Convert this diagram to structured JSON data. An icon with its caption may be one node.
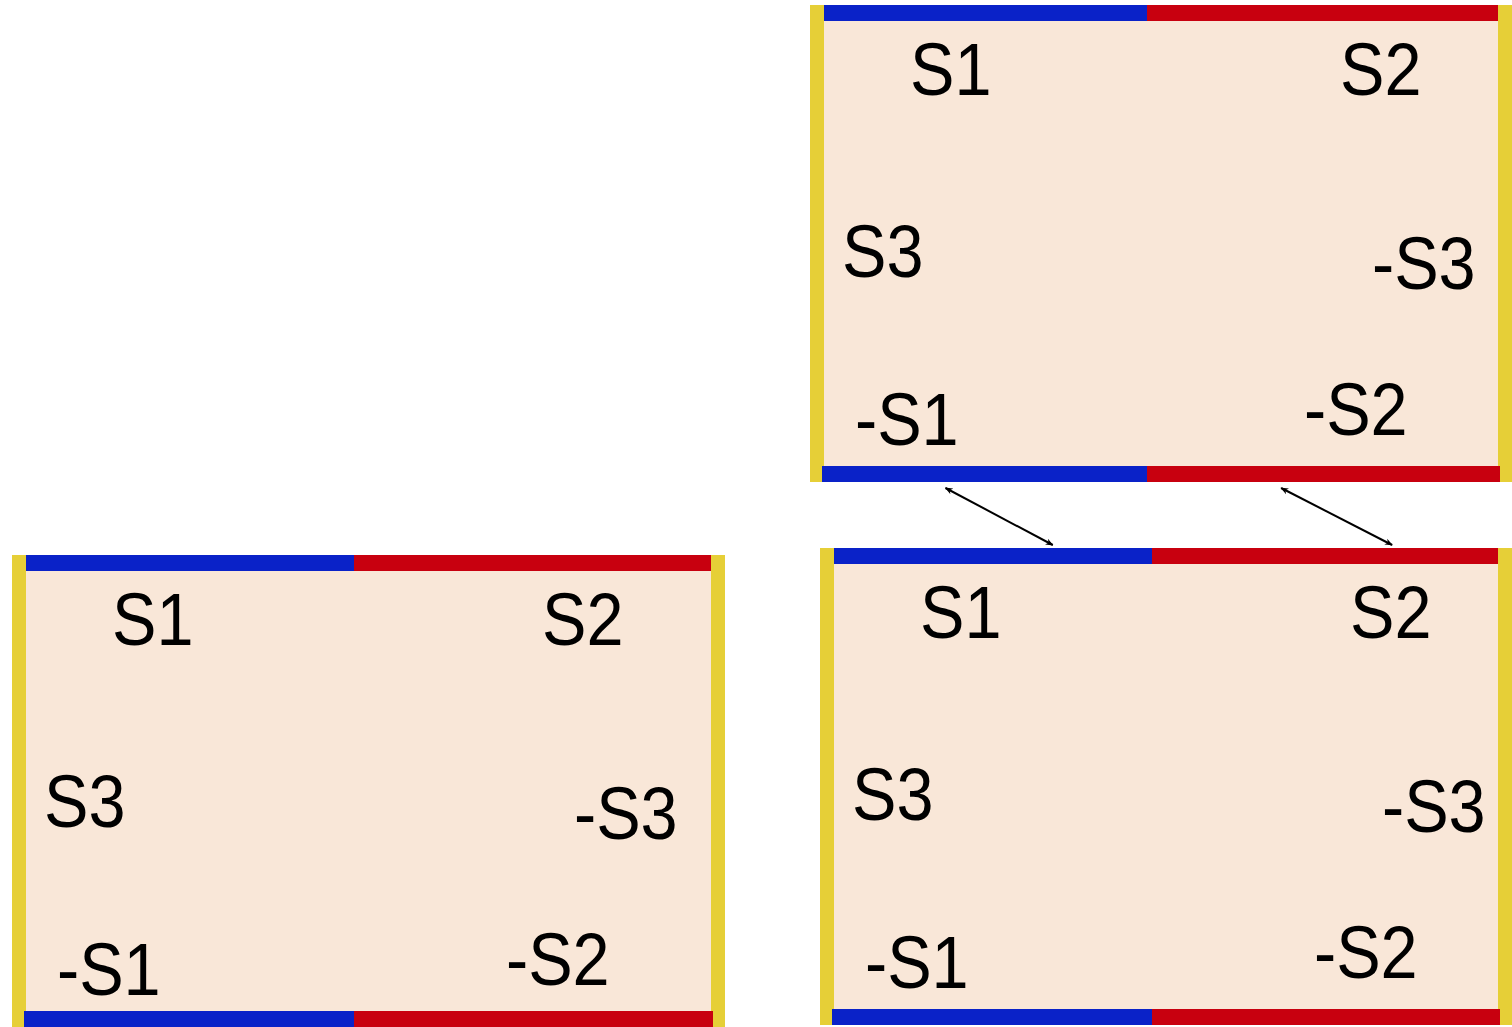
{
  "diagram": {
    "nodes": [
      {
        "text": [
          "S1",
          "S2",
          "S3",
          "-S3",
          "-S1",
          "-S2"
        ]
      },
      {
        "text": [],
        "shape": "bar",
        "in": 0
      },
      {
        "text": [],
        "shape": "bar",
        "in": 0
      },
      {
        "text": [],
        "shape": "bar",
        "in": 0
      },
      {
        "text": [],
        "shape": "bar",
        "in": 0
      },
      {
        "text": [],
        "shape": "bar",
        "in": 0
      },
      {
        "text": [],
        "shape": "bar",
        "in": 0
      },
      {
        "text": [
          "S1",
          "S2",
          "S3",
          "-S3",
          "-S1",
          "-S2"
        ]
      },
      {
        "text": [],
        "shape": "bar",
        "in": 7
      },
      {
        "text": [],
        "shape": "bar",
        "in": 7
      },
      {
        "text": [],
        "shape": "bar",
        "in": 7
      },
      {
        "text": [],
        "shape": "bar",
        "in": 7
      },
      {
        "text": [],
        "shape": "bar",
        "in": 7
      },
      {
        "text": [],
        "shape": "bar",
        "in": 7
      },
      {
        "text": [
          "S1",
          "S2",
          "S3",
          "-S3",
          "-S1",
          "-S2"
        ]
      },
      {
        "text": [],
        "shape": "bar",
        "in": 14
      },
      {
        "text": [],
        "shape": "bar",
        "in": 14
      },
      {
        "text": [],
        "shape": "bar",
        "in": 14
      },
      {
        "text": [],
        "shape": "bar",
        "in": 14
      },
      {
        "text": [],
        "shape": "bar",
        "in": 14
      },
      {
        "text": [],
        "shape": "bar",
        "in": 14
      }
    ],
    "edges": [
      {
        "from": 5,
        "to": 15,
        "arrow": "both"
      },
      {
        "from": 6,
        "to": 16,
        "arrow": "both"
      }
    ]
  }
}
